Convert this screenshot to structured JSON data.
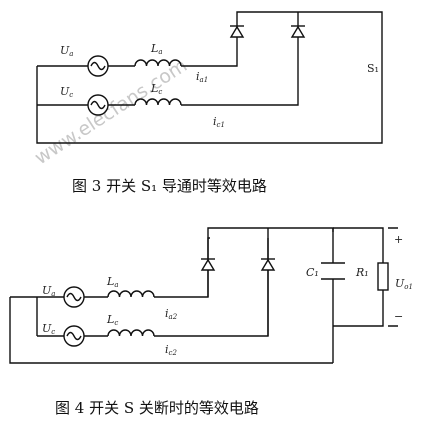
{
  "figure3": {
    "caption": "图 3   开关 S₁ 导通时等效电路",
    "source_a": "U",
    "source_a_sub": "a",
    "source_c": "U",
    "source_c_sub": "c",
    "inductor_a": "L",
    "inductor_a_sub": "a",
    "inductor_c": "L",
    "inductor_c_sub": "c",
    "current_a": "i",
    "current_a_sub": "a1",
    "current_c": "i",
    "current_c_sub": "c1",
    "switch": "S₁"
  },
  "figure4": {
    "caption": "图 4   开关 S  关断时的等效电路",
    "source_a": "U",
    "source_a_sub": "a",
    "source_c": "U",
    "source_c_sub": "c",
    "inductor_a": "L",
    "inductor_a_sub": "a",
    "inductor_c": "L",
    "inductor_c_sub": "c",
    "current_a": "i",
    "current_a_sub": "a2",
    "current_c": "i",
    "current_c_sub": "c2",
    "capacitor": "C₁",
    "resistor": "R₁",
    "output_voltage": "U",
    "output_voltage_sub": "o1",
    "plus_sign": "+",
    "minus_sign": "−"
  },
  "watermark": "www.elecfans.com"
}
